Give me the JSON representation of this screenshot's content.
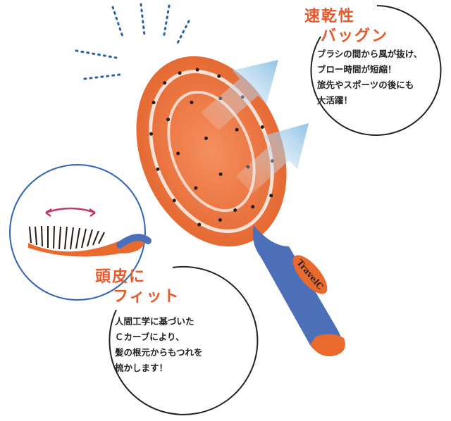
{
  "callout_quick_dry": {
    "heading_line1": "速乾性",
    "heading_line2": "バッグン",
    "body": [
      "ブラシの間から風が抜け、",
      "ブロー時間が短縮！",
      "旅先やスポーツの後にも",
      "大活躍！"
    ]
  },
  "callout_scalp_fit": {
    "heading_line1": "頭皮に",
    "heading_line2": "フィット",
    "body": [
      "人間工学に基づいた",
      "Ｃカーブにより、",
      "髪の根元からもつれを",
      "梳かします！"
    ]
  },
  "brand_logo": "TravelC",
  "colors": {
    "accent": "#e8582a",
    "brush_orange": "#f07a3a",
    "handle_blue": "#4d6fb8",
    "circle_blue": "#2f63b5",
    "arrow_blue": "#8cc3e6"
  }
}
